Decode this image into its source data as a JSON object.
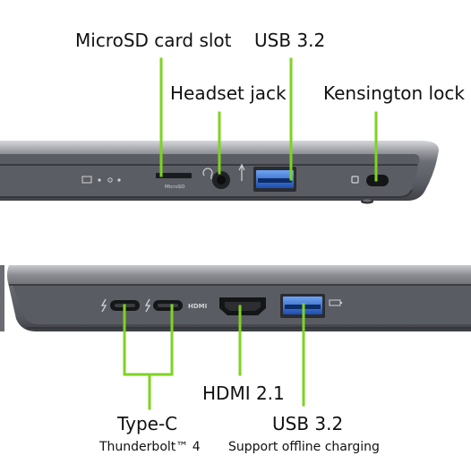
{
  "labels": {
    "microsd": "MicroSD card slot",
    "usb_top": "USB 3.2",
    "headset": "Headset jack",
    "kensington": "Kensington lock",
    "hdmi": "HDMI 2.1",
    "usb_bottom": "USB 3.2",
    "typec": "Type-C",
    "thunderbolt": "Thunderbolt™ 4",
    "charging": "Support offline charging"
  },
  "engravings": {
    "microsd_text": "MicroSD",
    "hdmi_text": "HDMI"
  },
  "colors": {
    "callout": "#7ed321",
    "chassis": "#5d5f66",
    "chassis_dark": "#3a3c42",
    "usb_blue": "#2f6fd6"
  }
}
